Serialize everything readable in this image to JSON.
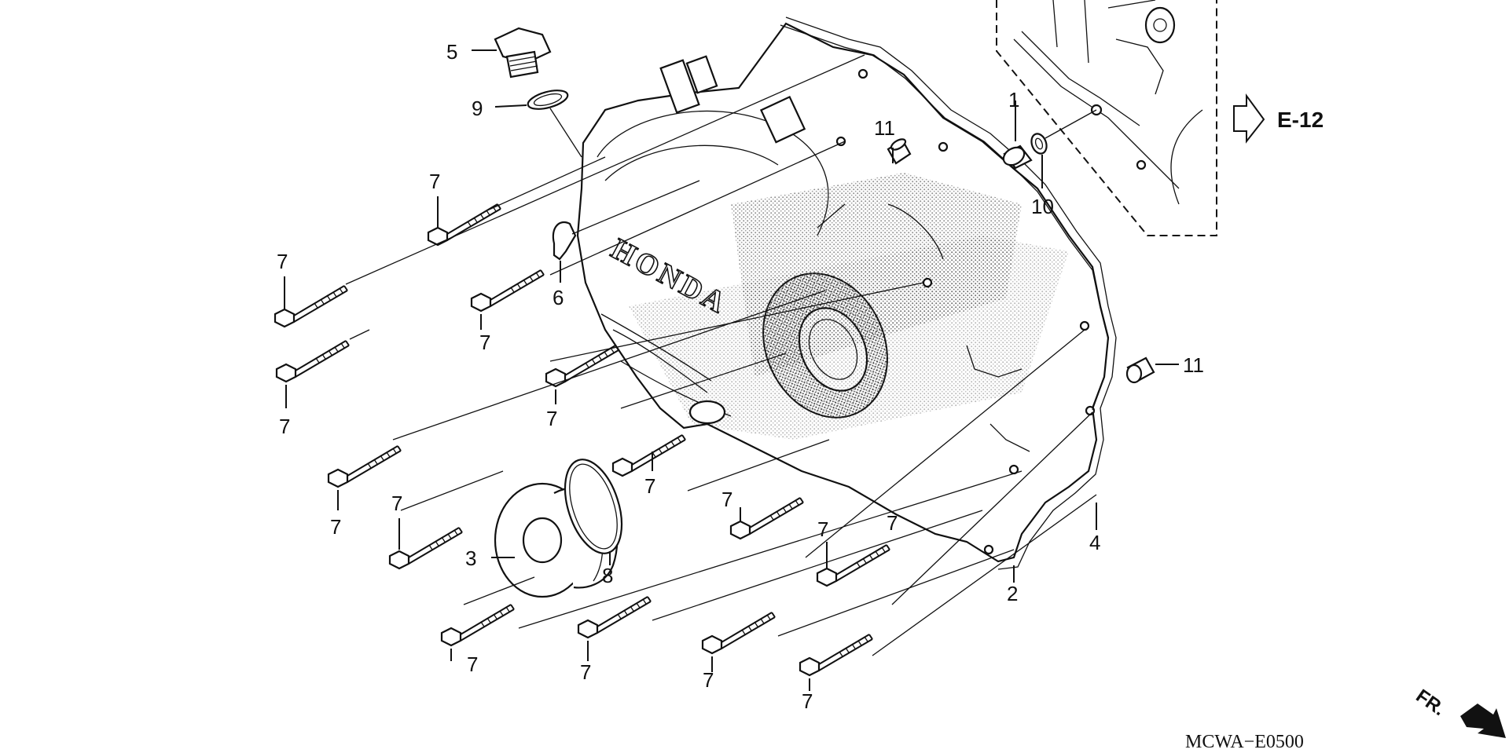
{
  "diagram": {
    "callouts": [
      {
        "id": "c5",
        "text": "5"
      },
      {
        "id": "c9",
        "text": "9"
      },
      {
        "id": "c7a",
        "text": "7"
      },
      {
        "id": "c7b",
        "text": "7"
      },
      {
        "id": "c6",
        "text": "6"
      },
      {
        "id": "c7c",
        "text": "7"
      },
      {
        "id": "c7d",
        "text": "7"
      },
      {
        "id": "c7e",
        "text": "7"
      },
      {
        "id": "c7f",
        "text": "7"
      },
      {
        "id": "c7g",
        "text": "7"
      },
      {
        "id": "c7h",
        "text": "7"
      },
      {
        "id": "c3",
        "text": "3"
      },
      {
        "id": "c8",
        "text": "8"
      },
      {
        "id": "c7i",
        "text": "7"
      },
      {
        "id": "c7j",
        "text": "7"
      },
      {
        "id": "c7k",
        "text": "7"
      },
      {
        "id": "c7l",
        "text": "7"
      },
      {
        "id": "c7m",
        "text": "7"
      },
      {
        "id": "c7n",
        "text": "7"
      },
      {
        "id": "c7o",
        "text": "7"
      },
      {
        "id": "c2",
        "text": "2"
      },
      {
        "id": "c4",
        "text": "4"
      },
      {
        "id": "c11a",
        "text": "11"
      },
      {
        "id": "c11b",
        "text": "11"
      },
      {
        "id": "c1",
        "text": "1"
      },
      {
        "id": "c10",
        "text": "10"
      }
    ],
    "reference": "E-12",
    "brand_text": "HONDA",
    "direction_label": "FR.",
    "diagram_code": "MCWA−E0500"
  }
}
